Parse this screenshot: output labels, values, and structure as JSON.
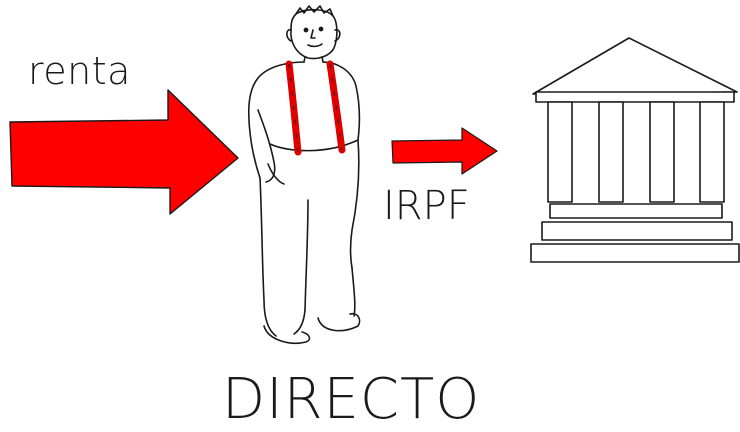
{
  "labels": {
    "income": "renta",
    "tax": "IRPF",
    "caption": "DIRECTO"
  },
  "colors": {
    "arrow": "#ff0000",
    "line": "#1a1a1a",
    "suspenders": "#e00000",
    "background": "#ffffff"
  },
  "icons": {
    "large_arrow": "arrow-right-icon",
    "small_arrow": "arrow-right-icon",
    "person": "person-figure-icon",
    "building": "government-building-icon"
  }
}
